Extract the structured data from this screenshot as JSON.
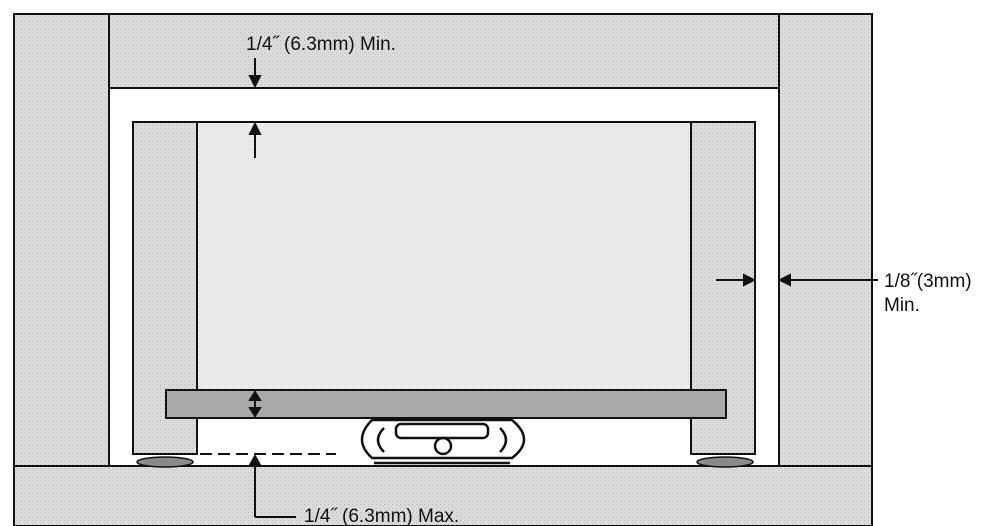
{
  "labels": {
    "top_clearance": "1/4˝ (6.3mm) Min.",
    "side_clearance_line1": "1/8˝(3mm)",
    "side_clearance_line2": "Min.",
    "bottom_clearance": "1/4˝ (6.3mm) Max."
  },
  "colors": {
    "cabinet_hatch": "#d6d6d6",
    "drawer_face": "#e6e6e6",
    "shelf_gray": "#a9a9a9",
    "line": "#111111",
    "background": "#ffffff"
  },
  "icons": {
    "slide_mechanism": "drawer-slide-mechanism",
    "leveler_feet": "leveler-foot"
  }
}
